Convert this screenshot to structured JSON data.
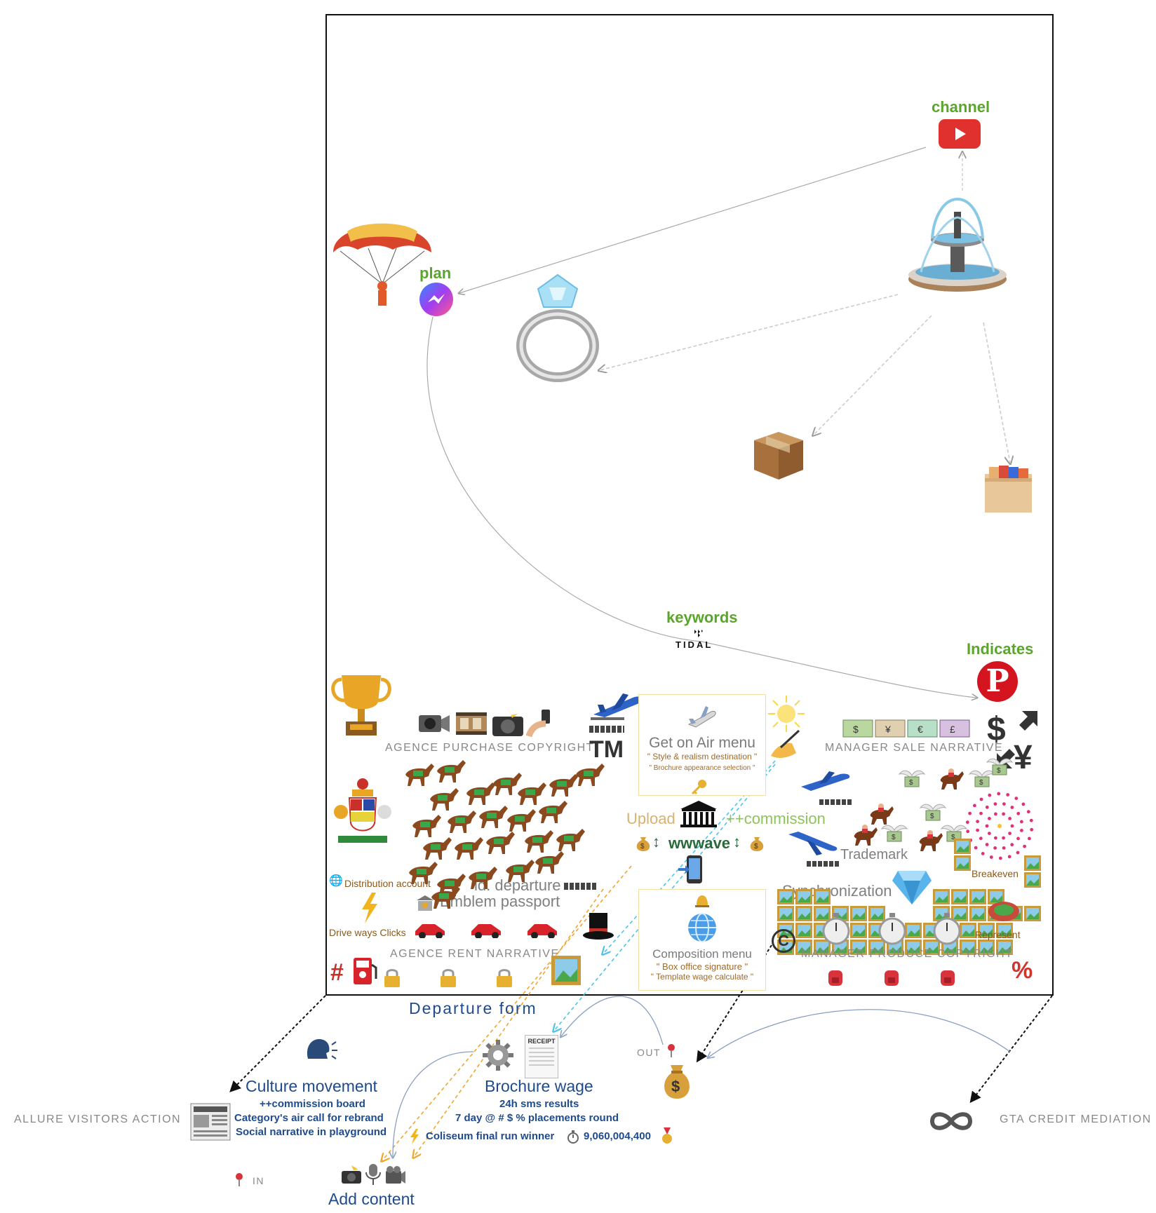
{
  "nodes": {
    "channel": "channel",
    "plan": "plan",
    "keywords": "keywords",
    "tidal": "TIDAL",
    "indicates": "Indicates"
  },
  "left_panel": {
    "agence_purchase": "AGENCE PURCHASE COPYRIGHT",
    "tm": "TM",
    "distribution_account": "Distribution account",
    "id_departure": "id. departure",
    "emblem_passport": "Emblem passport",
    "drive_ways": "Drive ways Clicks",
    "agence_rent": "AGENCE RENT NARRATIVE",
    "hash": "#"
  },
  "center_panel": {
    "get_on_air_title": "Get on Air menu",
    "get_on_air_sub1": "\" Style & realism destination \"",
    "get_on_air_sub2": "\" Brochure appearance selection \"",
    "upload": "Upload",
    "commission": "++commission",
    "wwwave": "wwwave",
    "composition_title": "Composition menu",
    "composition_sub1": "\" Box office signature \"",
    "composition_sub2": "\" Template wage calculate \""
  },
  "right_panel": {
    "manager_sale": "MANAGER SALE NARRATIVE",
    "trademark": "Trademark",
    "breakeven": "Breakeven",
    "synchronization": "Synchronization",
    "represent": "Represent",
    "manager_produce": "MANAGER PRODUCE COPYRIGHT",
    "percent": "%"
  },
  "bottom": {
    "departure_form": "Departure form",
    "out": "OUT",
    "in": "IN",
    "allure": "ALLURE VISITORS ACTION",
    "gta": "GTA CREDIT MEDIATION",
    "culture_title": "Culture movement",
    "culture_l1": "++commission board",
    "culture_l2": "Category's air call for rebrand",
    "culture_l3": "Social narrative in playground",
    "brochure_title": "Brochure wage",
    "brochure_l1": "24h sms results",
    "brochure_l2": "7 day @ # $ % placements round",
    "brochure_l3a": "Coliseum final run winner",
    "brochure_l3b": "9,060,004,400",
    "add_content": "Add content",
    "receipt_title": "RECEIPT"
  },
  "icons": {
    "parachute": "parachute-icon",
    "messenger": "messenger-icon",
    "ring": "ring-icon",
    "youtube": "youtube-icon",
    "fountain": "fountain-icon",
    "package": "package-icon",
    "file-box": "file-box-icon",
    "pinterest": "pinterest-icon",
    "trophy": "trophy-icon",
    "horse": "racehorse-icon",
    "airplane": "airplane-icon",
    "sun": "sun-icon",
    "writing-hand": "writing-hand-icon",
    "gem": "gem-icon",
    "infinity": "infinity-icon",
    "money-bag": "money-bag-icon",
    "newspaper": "newspaper-icon",
    "gear": "gear-icon",
    "receipt": "receipt-icon"
  },
  "colors": {
    "green": "#5aa62a",
    "blue": "#1f4b8c",
    "tan": "#d8b26e",
    "orange_dash": "#f0a630",
    "cyan_dash": "#4fc3e8",
    "red": "#d0342c"
  }
}
